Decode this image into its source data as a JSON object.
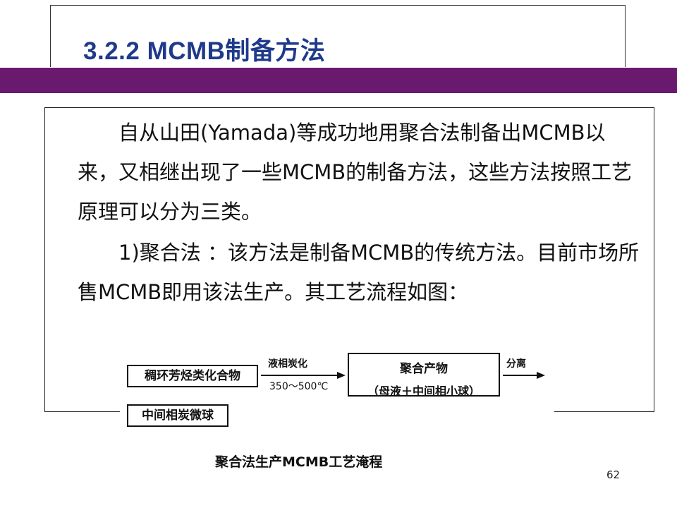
{
  "title": "3.2.2 MCMB制备方法",
  "paragraphs": {
    "p1": "　　自从山田(Yamada)等成功地用聚合法制备出MCMB以来，又相继出现了一些MCMB的制备方法，这些方法按照工艺原理可以分为三类。",
    "p2": "　　1)聚合法 ：该方法是制备MCMB的传统方法。目前市场所售MCMB即用该法生产。其工艺流程如图："
  },
  "diagram": {
    "box_source": "稠环芳烃类化合物",
    "arrow1_top": "液相炭化",
    "arrow1_bottom": "350～500℃",
    "box_polymer_line1": "聚合产物",
    "box_polymer_line2": "（母液＋中间相小球）",
    "arrow2_top": "分离",
    "box_result": "中间相炭微球"
  },
  "caption": "聚合法生产MCMB工艺淹程",
  "page_number": "62"
}
